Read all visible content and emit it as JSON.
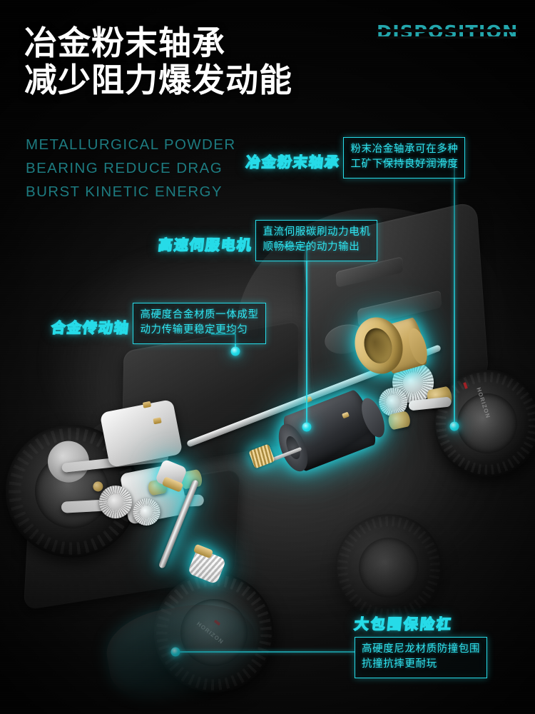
{
  "header": {
    "headline_line1": "冶金粉末轴承",
    "headline_line2": "减少阻力爆发动能",
    "subtitle_line1": "METALLURGICAL POWDER",
    "subtitle_line2": "BEARING REDUCE DRAG",
    "subtitle_line3": "BURST KINETIC ENERGY",
    "brand": "DISPOSITION"
  },
  "colors": {
    "accent_cyan": "#27dce9",
    "accent_teal_dim": "#1d7b80",
    "brand_teal": "#23a6ac",
    "bronze": "#c6a860",
    "background": "#0a0a0a",
    "headline_white": "#ffffff"
  },
  "callouts": [
    {
      "id": "bearing",
      "title": "冶金粉末轴承",
      "body_line1": "粉末冶金轴承可在多种",
      "body_line2": "工矿下保持良好润滑度",
      "part": "flanged-bronze-bushing"
    },
    {
      "id": "motor",
      "title": "高速伺服电机",
      "body_line1": "直流伺服碳刷动力电机",
      "body_line2": "顺畅稳定的动力输出",
      "part": "brushed-dc-motor"
    },
    {
      "id": "shaft",
      "title": "合金传动轴",
      "body_line1": "高硬度合金材质一体成型",
      "body_line2": "动力传输更稳定更均匀",
      "part": "alloy-drive-shaft"
    },
    {
      "id": "bumper",
      "title": "大包围保险杠",
      "body_line1": "高硬度尼龙材质防撞包围",
      "body_line2": "抗撞抗摔更耐玩",
      "part": "nylon-bumper"
    }
  ],
  "product": {
    "subject": "rc-car-chassis-cutaway",
    "wheel_brand_text": "HORIZON"
  }
}
